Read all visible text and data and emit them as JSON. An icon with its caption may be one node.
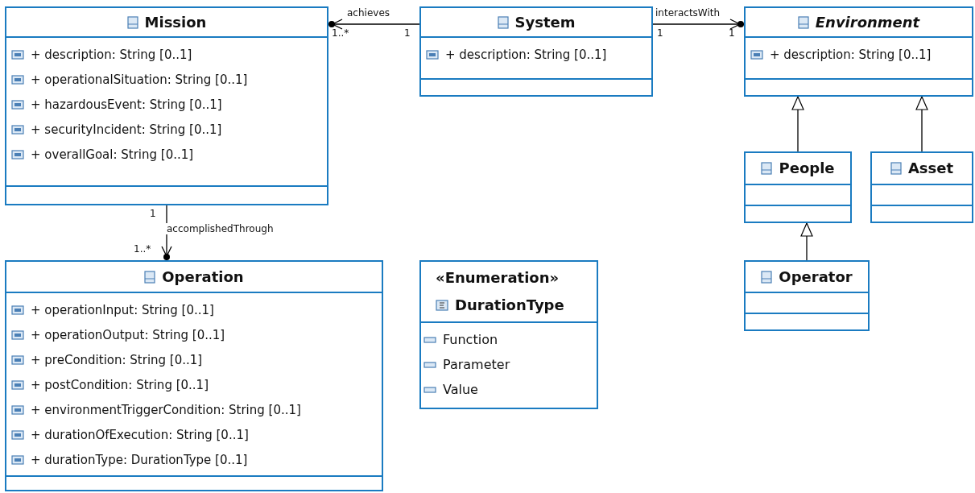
{
  "diagram": {
    "nodes": [
      {
        "text": [
          "Mission",
          "+ description: String [0..1]",
          "+ operationalSituation: String [0..1]",
          "+ hazardousEvent: String [0..1]",
          "+ securityIncident: String [0..1]",
          "+ overallGoal: String [0..1]"
        ]
      },
      {
        "text": [
          "System",
          "+ description: String [0..1]"
        ]
      },
      {
        "text": [
          "Environment",
          "+ description: String [0..1]"
        ]
      },
      {
        "text": [
          "People"
        ]
      },
      {
        "text": [
          "Asset"
        ]
      },
      {
        "text": [
          "Operation",
          "+ operationInput: String [0..1]",
          "+ operationOutput: String [0..1]",
          "+ preCondition: String [0..1]",
          "+ postCondition: String [0..1]",
          "+ environmentTriggerCondition: String [0..1]",
          "+ durationOfExecution: String [0..1]",
          "+ durationType: DurationType [0..1]"
        ]
      },
      {
        "text": [
          "«Enumeration»",
          "DurationType",
          "Function",
          "Parameter",
          "Value"
        ]
      },
      {
        "text": [
          "Operator"
        ]
      }
    ],
    "edges": [
      {
        "from": 1,
        "to": 0,
        "arrow": "to",
        "label": "achieves"
      },
      {
        "from": 1,
        "to": 2,
        "arrow": "to",
        "label": "interactsWith"
      },
      {
        "from": 0,
        "to": 5,
        "arrow": "to",
        "label": "accomplishedThrough"
      },
      {
        "from": 3,
        "to": 2,
        "arrow": "to"
      },
      {
        "from": 4,
        "to": 2,
        "arrow": "to"
      },
      {
        "from": 7,
        "to": 3,
        "arrow": "to"
      }
    ],
    "labels": [
      "1..*",
      "1",
      "1",
      "1",
      "1",
      "1..*"
    ]
  }
}
